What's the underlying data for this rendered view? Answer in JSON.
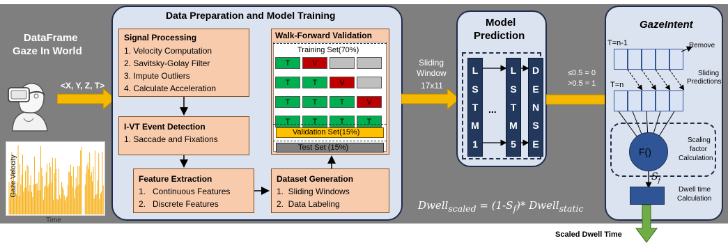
{
  "colors": {
    "background_band": "#7f7f7f",
    "panel_fill": "#dce3f0",
    "panel_border": "#1f2d4d",
    "peach": "#f8cbad",
    "lstm": "#22385c",
    "arrow_yellow": "#f5b800",
    "arrow_green": "#70ad47",
    "train_green": "#00b050",
    "val_red": "#c00000",
    "test_gray": "#bfbfbf",
    "validation_set": "#ffc000",
    "circle_blue": "#2f5597",
    "gaze_plot": "#f5a800"
  },
  "left": {
    "title_line1": "DataFrame",
    "title_line2": "Gaze In World",
    "input_label": "<X, Y, Z, T>",
    "plot_ylabel": "Gaze Velocity",
    "plot_xlabel": "Time"
  },
  "prep": {
    "title": "Data Preparation and Model Training",
    "signal": {
      "title": "Signal Processing",
      "items": [
        "1. Velocity Computation",
        "2. Savitsky-Golay Filter",
        "3. Impute Outliers",
        "4. Calculate Acceleration"
      ]
    },
    "ivt": {
      "title": "I-VT Event Detection",
      "items": [
        "1. Saccade and Fixations"
      ]
    },
    "feature": {
      "title": "Feature Extraction",
      "items": [
        "1.   Continuous Features",
        "2.   Discrete Features"
      ]
    },
    "dataset": {
      "title": "Dataset Generation",
      "items": [
        "1.  Sliding Windows",
        "2.  Data Labeling"
      ]
    },
    "wfv": {
      "title": "Walk-Forward Validation",
      "training": "Training Set(70%)",
      "rows": [
        [
          "T",
          "V",
          "",
          ""
        ],
        [
          "T",
          "T",
          "V",
          ""
        ],
        [
          "T",
          "T",
          "T",
          "V"
        ],
        [
          "T",
          "T",
          "T",
          "T"
        ]
      ],
      "validation": "Validation Set(15%)",
      "test": "Test Set (15%)"
    },
    "formula": "Dwell<sub>scaled</sub> = (1-S<sub>f</sub>)* Dwell<sub>static</sub>"
  },
  "window": {
    "line1": "Sliding",
    "line2": "Window",
    "dims": "17x11"
  },
  "model": {
    "title_line1": "Model",
    "title_line2": "Prediction",
    "lstm1": [
      "L",
      "S",
      "T",
      "M",
      "1"
    ],
    "lstm5": [
      "L",
      "S",
      "T",
      "M",
      "5"
    ],
    "dense": [
      "D",
      "E",
      "N",
      "S",
      "E"
    ],
    "dots": "..."
  },
  "threshold": {
    "line1": "≤0.5 = 0",
    "line2": ">0.5 = 1"
  },
  "gaze": {
    "title": "GazeIntent",
    "t_prev": "T=n-1",
    "t_curr": "T=n",
    "remove": "Remove",
    "sliding_line1": "Sliding",
    "sliding_line2": "Predictions",
    "function": "F()",
    "scaling_line1": "Scaling",
    "scaling_line2": "factor",
    "scaling_line3": "Calculation",
    "sf": "S",
    "sf_sub": "f",
    "dwell_line1": "Dwell time",
    "dwell_line2": "Calculation"
  },
  "output": "Scaled Dwell Time"
}
